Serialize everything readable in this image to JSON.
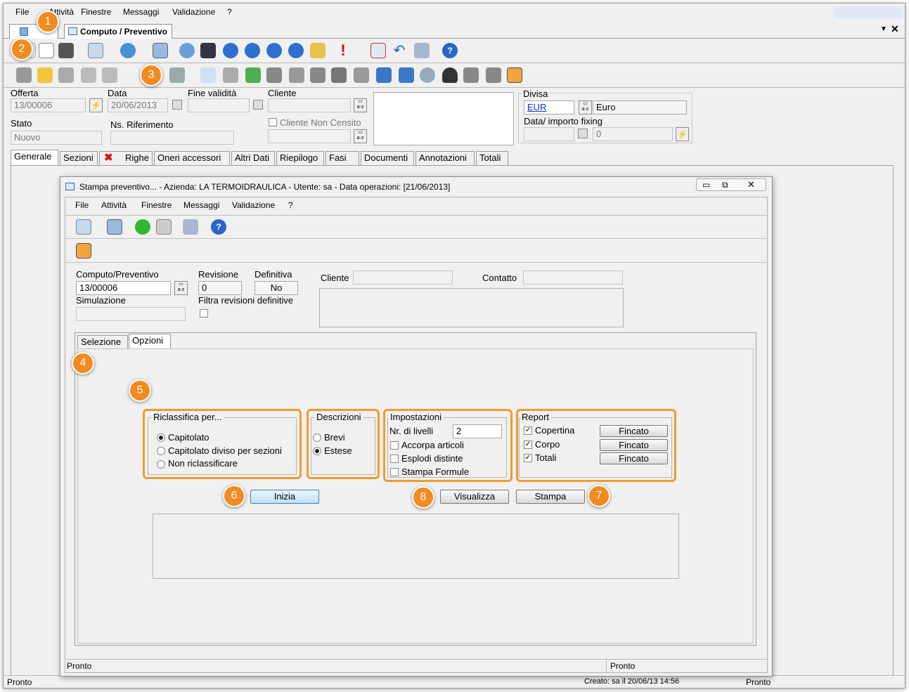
{
  "main_menu": [
    "File",
    "Attività",
    "Finestre",
    "Messaggi",
    "Validazione",
    "?"
  ],
  "doc_tab": {
    "label": "Computo / Preventivo"
  },
  "header": {
    "offerta_label": "Offerta",
    "offerta_value": "13/00006",
    "data_label": "Data",
    "data_value": "20/06/2013",
    "fine_validita_label": "Fine validità",
    "cliente_label": "Cliente",
    "cliente_non_censito_label": "Cliente Non Censito",
    "stato_label": "Stato",
    "stato_value": "Nuovo",
    "ns_riferimento_label": "Ns. Riferimento",
    "divisa_label": "Divisa",
    "divisa_code": "EUR",
    "divisa_name": "Euro",
    "data_importo_fixing_label": "Data/ importo fixing",
    "fixing_value": "0"
  },
  "main_tabs": [
    "Generale",
    "Sezioni",
    "Righe",
    "Oneri accessori",
    "Altri Dati",
    "Riepilogo",
    "Fasi",
    "Documenti",
    "Annotazioni",
    "Totali"
  ],
  "main_status": {
    "left": "Pronto",
    "created": "Creato: sa il 20/06/13 14:56",
    "right": "Pronto"
  },
  "dialog": {
    "title": "Stampa preventivo... - Azienda: LA TERMOIDRAULICA - Utente: sa - Data operazioni: [21/06/2013]",
    "menu": [
      "File",
      "Attività",
      "Finestre",
      "Messaggi",
      "Validazione",
      "?"
    ],
    "computo_label": "Computo/Preventivo",
    "computo_value": "13/00006",
    "revisione_label": "Revisione",
    "revisione_value": "0",
    "definitiva_label": "Definitiva",
    "definitiva_value": "No",
    "cliente_label": "Cliente",
    "contatto_label": "Contatto",
    "simulazione_label": "Simulazione",
    "filtra_label": "Filtra revisioni definitive",
    "tabs": [
      "Selezione",
      "Opzioni"
    ],
    "riclassifica": {
      "title": "Riclassifica per...",
      "options": [
        "Capitolato",
        "Capitolato diviso per sezioni",
        "Non riclassificare"
      ]
    },
    "descrizioni": {
      "title": "Descrizioni",
      "options": [
        "Brevi",
        "Estese"
      ]
    },
    "impostazioni": {
      "title": "Impostazioni",
      "livelli_label": "Nr. di livelli",
      "livelli_value": "2",
      "checks": [
        "Accorpa articoli",
        "Esplodi distinte",
        "Stampa Formule"
      ]
    },
    "report": {
      "title": "Report",
      "items": [
        "Copertina",
        "Corpo",
        "Totali"
      ],
      "button": "Fincato"
    },
    "buttons": {
      "inizia": "Inizia",
      "visualizza": "Visualizza",
      "stampa": "Stampa"
    },
    "status": {
      "left": "Pronto",
      "right": "Pronto"
    }
  },
  "badges": [
    "1",
    "2",
    "3",
    "4",
    "5",
    "6",
    "7",
    "8"
  ],
  "colors": {
    "accent_orange": "#f28a1e",
    "link_blue": "#0033cc"
  }
}
